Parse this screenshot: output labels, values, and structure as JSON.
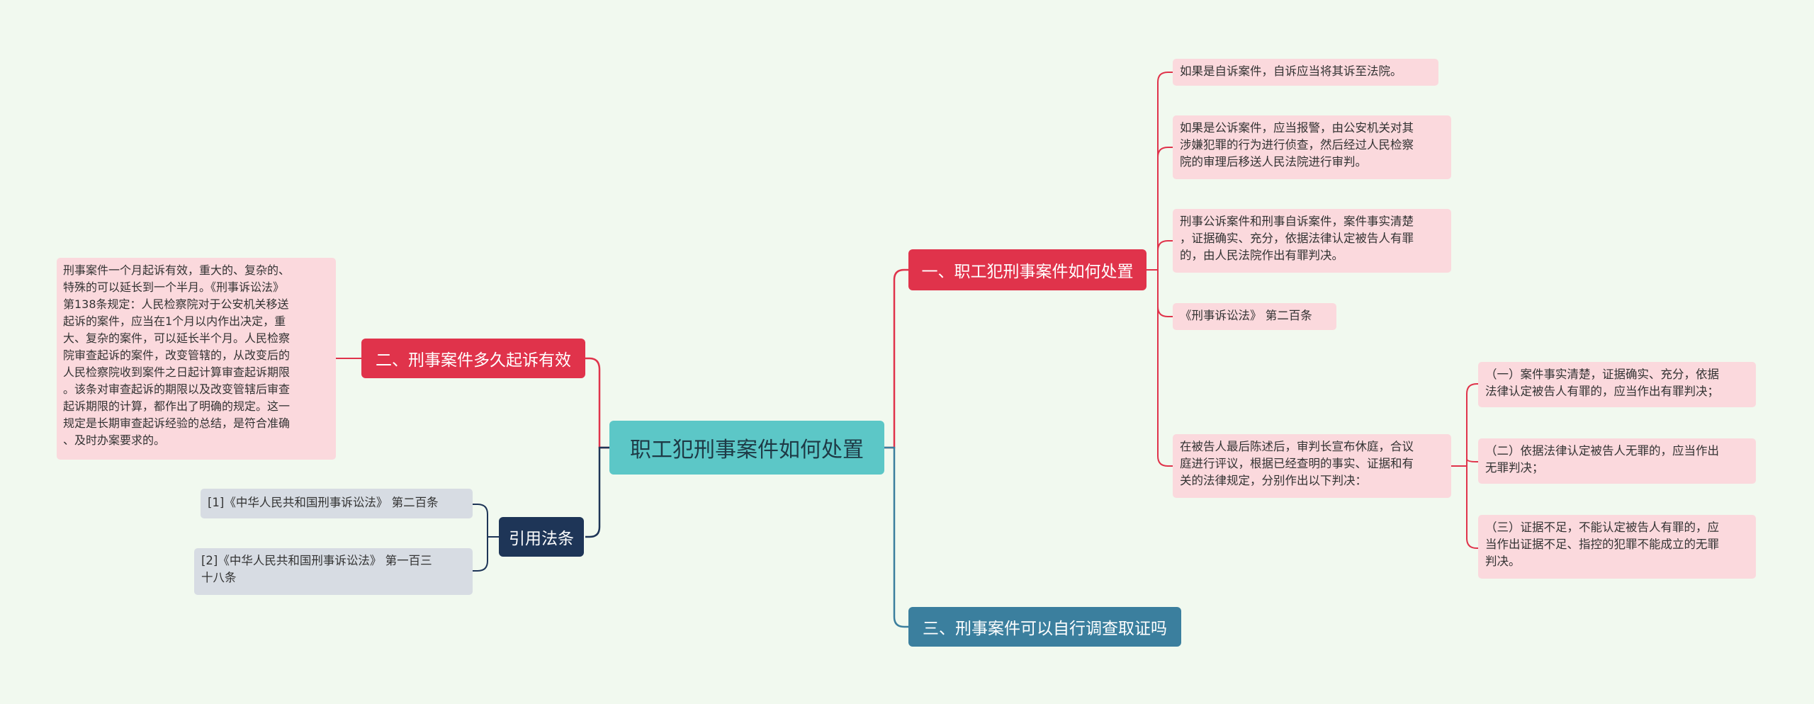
{
  "root": {
    "title": "职工犯刑事案件如何处置"
  },
  "branch1": {
    "label": "一、职工犯刑事案件如何处置",
    "leaves": [
      "如果是自诉案件，自诉应当将其诉至法院。",
      [
        "如果是公诉案件，应当报警，由公安机关对其",
        "涉嫌犯罪的行为进行侦查，然后经过人民检察",
        "院的审理后移送人民法院进行审判。"
      ],
      [
        "刑事公诉案件和刑事自诉案件，案件事实清楚",
        "，证据确实、充分，依据法律认定被告人有罪",
        "的，由人民法院作出有罪判决。"
      ],
      "《刑事诉讼法》 第二百条",
      [
        "在被告人最后陈述后，审判长宣布休庭，合议",
        "庭进行评议，根据已经查明的事实、证据和有",
        "关的法律规定，分别作出以下判决："
      ]
    ],
    "subleaves": [
      [
        "（一）案件事实清楚，证据确实、充分，依据",
        "法律认定被告人有罪的，应当作出有罪判决；"
      ],
      [
        "（二）依据法律认定被告人无罪的，应当作出",
        "无罪判决；"
      ],
      [
        "（三）证据不足，不能认定被告人有罪的，应",
        "当作出证据不足、指控的犯罪不能成立的无罪",
        "判决。"
      ]
    ]
  },
  "branch2": {
    "label": "二、刑事案件多久起诉有效",
    "leaf": [
      "刑事案件一个月起诉有效，重大的、复杂的、",
      "特殊的可以延长到一个半月。《刑事诉讼法》",
      "第138条规定：人民检察院对于公安机关移送",
      "起诉的案件，应当在1个月以内作出决定，重",
      "大、复杂的案件，可以延长半个月。人民检察",
      "院审查起诉的案件，改变管辖的，从改变后的",
      "人民检察院收到案件之日起计算审查起诉期限",
      "。该条对审查起诉的期限以及改变管辖后审查",
      "起诉期限的计算，都作出了明确的规定。这一",
      "规定是长期审查起诉经验的总结，是符合准确",
      "、及时办案要求的。"
    ]
  },
  "branch3": {
    "label": "三、刑事案件可以自行调查取证吗"
  },
  "branch4": {
    "label": "引用法条",
    "refs": [
      "[1]《中华人民共和国刑事诉讼法》 第二百条",
      [
        "[2]《中华人民共和国刑事诉讼法》 第一百三",
        "十八条"
      ]
    ]
  },
  "colors": {
    "background": "#f1f9ef",
    "root": "#5cc7c7",
    "red_branch": "#e0334b",
    "red_leaf": "#fbd9dd",
    "blue_branch": "#3b7f9e",
    "navy_branch": "#1e3557",
    "gray_leaf": "#d7dce3"
  }
}
